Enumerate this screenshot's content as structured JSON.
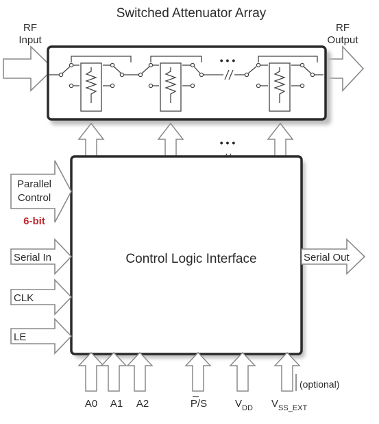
{
  "title": "Switched Attenuator Array",
  "rf_input": {
    "line1": "RF",
    "line2": "Input"
  },
  "rf_output": {
    "line1": "RF",
    "line2": "Output"
  },
  "ellipsis": "• • •",
  "inputs": {
    "parallel_control": {
      "line1": "Parallel",
      "line2": "Control",
      "badge": "6-bit",
      "badge_color": "#c0282d"
    },
    "serial_in": "Serial In",
    "clk": "CLK",
    "le": "LE"
  },
  "block_label": "Control Logic Interface",
  "serial_out": "Serial Out",
  "pins": {
    "a0": "A0",
    "a1": "A1",
    "a2": "A2",
    "ps": "P/S",
    "vdd": {
      "main": "V",
      "sub": "DD"
    },
    "vss": {
      "main": "V",
      "sub": "SS_EXT"
    }
  },
  "optional_note": "(optional)",
  "colors": {
    "stroke": "#2a2a2a",
    "arrow": "#8a8a8a",
    "shadow": "#bdbdbd",
    "accent": "#c0282d"
  }
}
